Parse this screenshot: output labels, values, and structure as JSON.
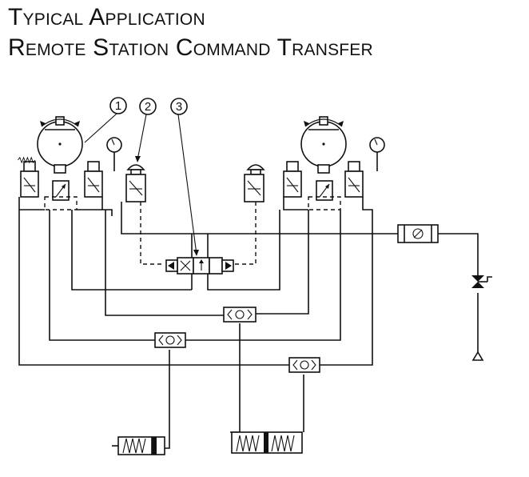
{
  "title": {
    "line1": "Typical Application",
    "line2": "Remote Station Command Transfer"
  },
  "callouts": [
    {
      "number": "1",
      "refers_to": "pressure-regulator-left"
    },
    {
      "number": "2",
      "refers_to": "pushbutton-valve"
    },
    {
      "number": "3",
      "refers_to": "transfer-valve"
    }
  ],
  "colors": {
    "ink": "#111111",
    "background": "#ffffff"
  }
}
